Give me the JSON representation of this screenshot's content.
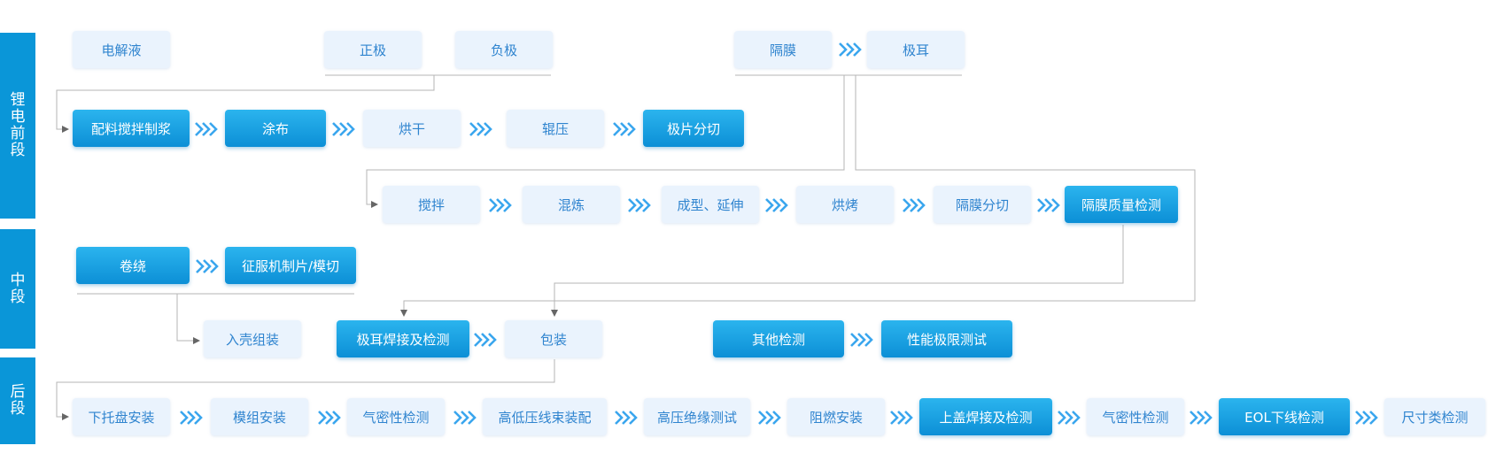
{
  "stages": [
    {
      "id": "front",
      "label": "锂电前段"
    },
    {
      "id": "middle",
      "label": "中段"
    },
    {
      "id": "back",
      "label": "后段"
    }
  ],
  "nodes": {
    "electrolyte": "电解液",
    "cathode": "正极",
    "anode": "负极",
    "separator": "隔膜",
    "tab": "极耳",
    "mixing_slurry": "配料搅拌制浆",
    "coating": "涂布",
    "drying": "烘干",
    "rolling": "辊压",
    "slitting": "极片分切",
    "stirring": "搅拌",
    "kneading": "混炼",
    "forming": "成型、延伸",
    "baking": "烘烤",
    "sep_slitting": "隔膜分切",
    "sep_inspection": "隔膜质量检测",
    "winding": "卷绕",
    "die_cutting": "征服机制片/模切",
    "casing": "入壳组装",
    "tab_welding": "极耳焊接及检测",
    "packaging": "包装",
    "other_inspection": "其他检测",
    "limit_test": "性能极限测试",
    "tray_install": "下托盘安装",
    "module_install": "模组安装",
    "airtight_1": "气密性检测",
    "hv_harness": "高低压线束装配",
    "hv_insulation": "高压绝缘测试",
    "flame_retardant": "阻燃安装",
    "cover_welding": "上盖焊接及检测",
    "airtight_2": "气密性检测",
    "eol_test": "EOL下线检测",
    "dimension_test": "尺寸类检测"
  },
  "colors": {
    "accent": "#0a96d8",
    "light_box": "#eaf3fd",
    "chevron": "#3aa6ee",
    "line": "#b5b5b5"
  }
}
